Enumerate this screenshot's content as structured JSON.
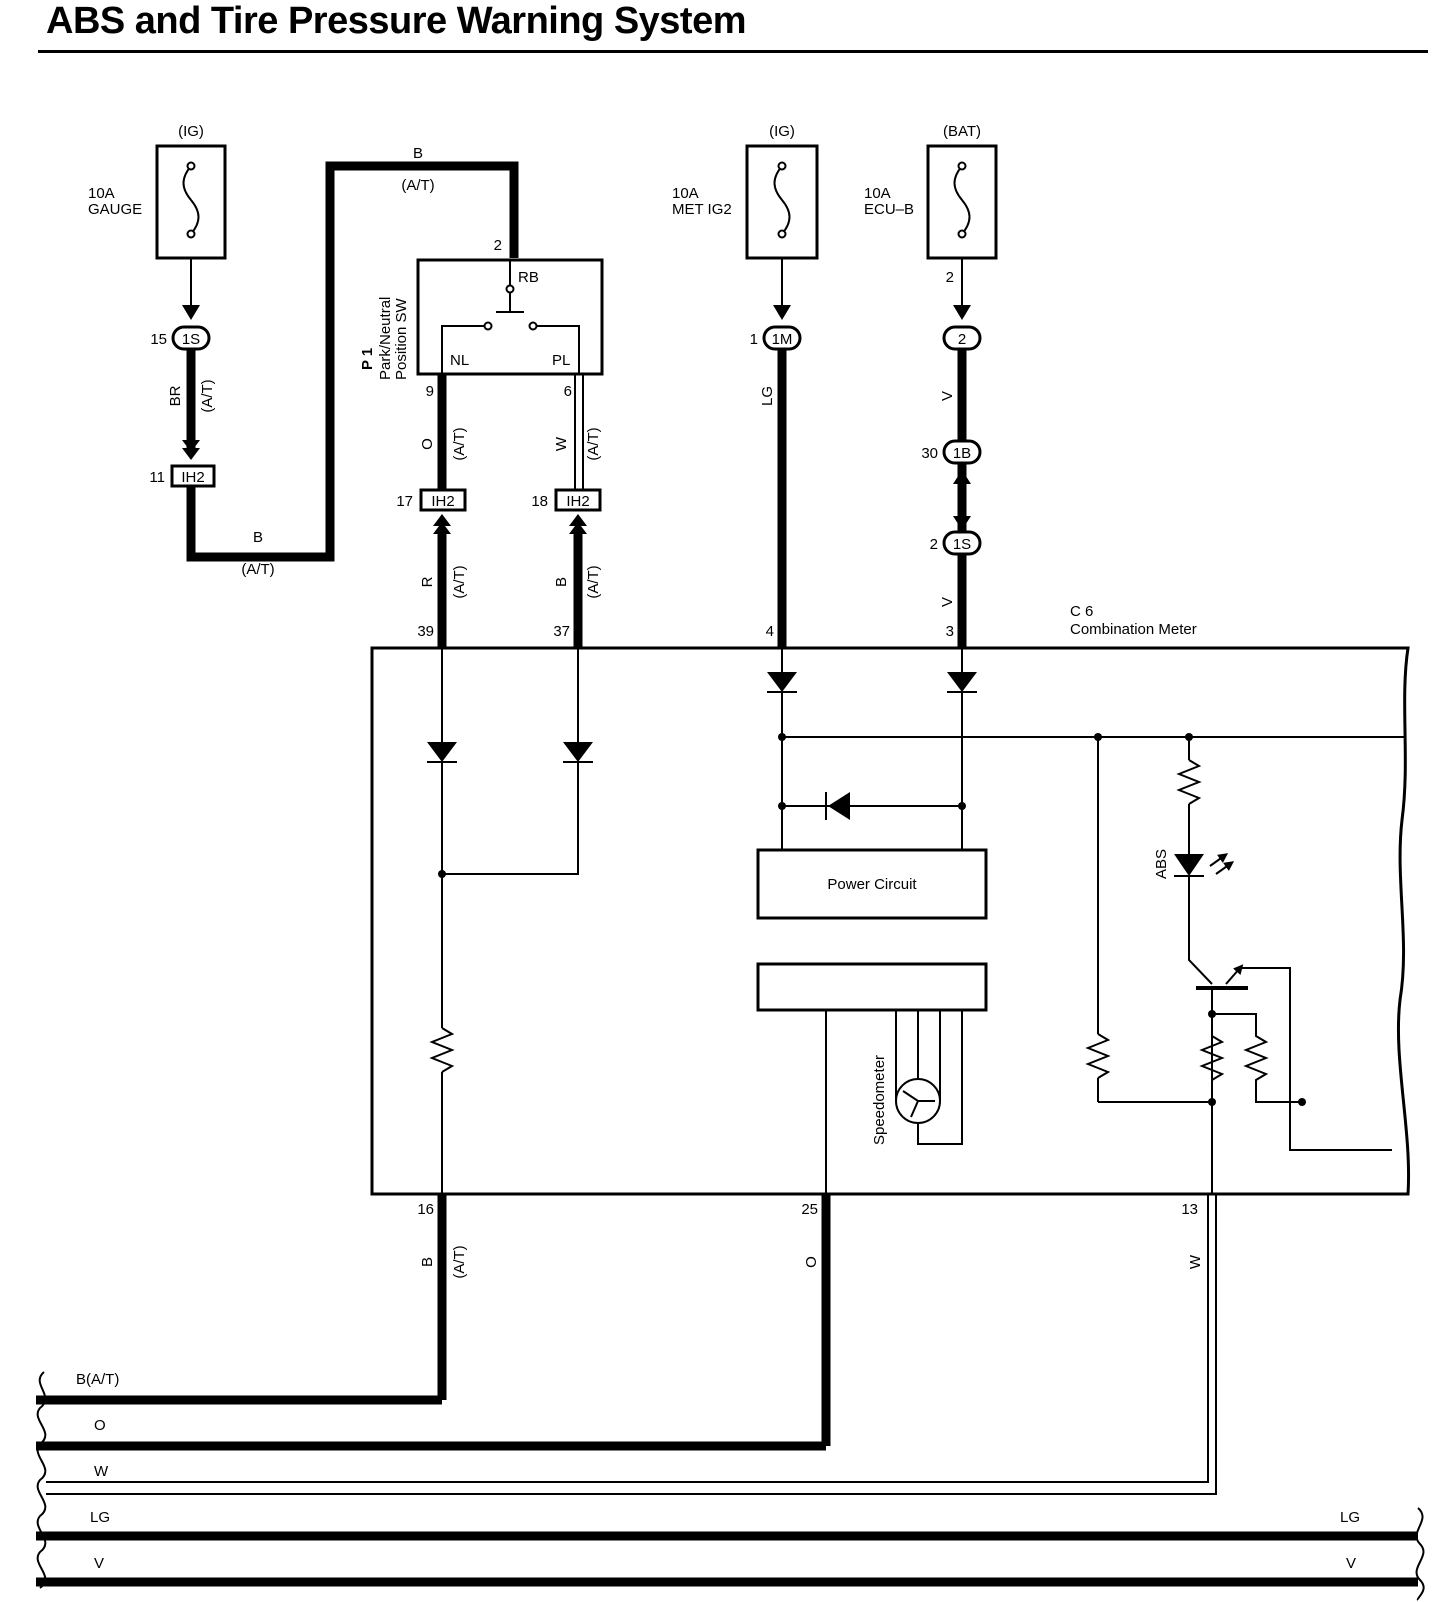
{
  "title": "ABS and Tire Pressure Warning System",
  "fuses": {
    "gauge": {
      "source": "(IG)",
      "rating": "10A",
      "name": "GAUGE"
    },
    "met_ig2": {
      "source": "(IG)",
      "rating": "10A",
      "name": "MET IG2"
    },
    "ecu_b": {
      "source": "(BAT)",
      "rating": "10A",
      "name": "ECU–B",
      "pin": "2"
    }
  },
  "switch": {
    "ref": "P 1",
    "name_line1": "Park/Neutral",
    "name_line2": "Position SW",
    "pin_rb": "2",
    "rb": "RB",
    "nl": "NL",
    "pl": "PL",
    "pin_nl": "9",
    "pin_pl": "6"
  },
  "meter": {
    "ref": "C 6",
    "name": "Combination Meter",
    "pins": {
      "p39": "39",
      "p37": "37",
      "p4": "4",
      "p3": "3",
      "p16": "16",
      "p25": "25",
      "p13": "13"
    },
    "power_circuit": "Power Circuit",
    "speedometer": "Speedometer",
    "abs": "ABS"
  },
  "connectors": {
    "c_1s_a": {
      "pin": "15",
      "label": "1S"
    },
    "c_ih2_11": {
      "pin": "11",
      "label": "IH2"
    },
    "c_ih2_17": {
      "pin": "17",
      "label": "IH2"
    },
    "c_ih2_18": {
      "pin": "18",
      "label": "IH2"
    },
    "c_1m": {
      "pin": "1",
      "label": "1M"
    },
    "c_2": {
      "label": "2"
    },
    "c_1b": {
      "pin": "30",
      "label": "1B"
    },
    "c_1s_b": {
      "pin": "2",
      "label": "1S"
    }
  },
  "wires": {
    "w_top_b": "B",
    "w_top_at": "(A/T)",
    "w_br": "BR",
    "w_br_at": "(A/T)",
    "w_b_low": "B",
    "w_b_low_at": "(A/T)",
    "w_o": "O",
    "w_o_at": "(A/T)",
    "w_w": "W",
    "w_w_at": "(A/T)",
    "w_r": "R",
    "w_r_at": "(A/T)",
    "w_b37": "B",
    "w_b37_at": "(A/T)",
    "w_lg": "LG",
    "w_v1": "V",
    "w_v2": "V",
    "w_b16": "B",
    "w_b16_at": "(A/T)",
    "w_o25": "O",
    "w_w13": "W"
  },
  "buses": {
    "b_at": "B(A/T)",
    "o": "O",
    "w": "W",
    "lg": "LG",
    "lg_r": "LG",
    "v": "V",
    "v_r": "V"
  }
}
